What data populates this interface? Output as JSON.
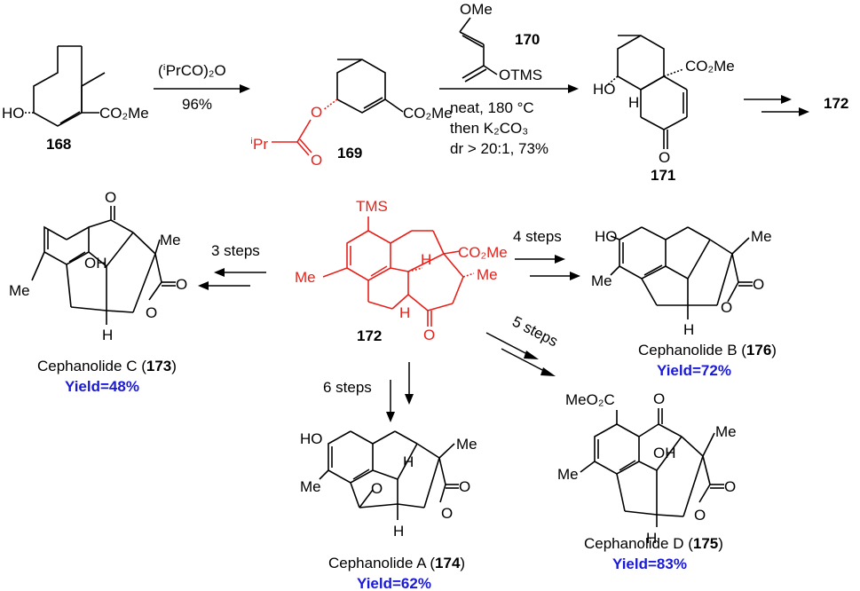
{
  "scheme": {
    "top_row": {
      "cmpd_168": "168",
      "cmpd_168_ho": "HO",
      "cmpd_168_ester": "CO₂Me",
      "step1_reagent": "(ⁱPrCO)₂O",
      "step1_yield": "96%",
      "cmpd_169": "169",
      "cmpd_169_ipr": "ⁱPr",
      "cmpd_169_ester": "CO₂Me",
      "diene_ome": "OMe",
      "diene_otms": "OTMS",
      "cmpd_170": "170",
      "step2_line1": "neat, 180 °C",
      "step2_line2": "then K₂CO₃",
      "step2_line3": "dr > 20:1, 73%",
      "cmpd_171": "171",
      "cmpd_171_ho": "HO",
      "cmpd_171_h": "H",
      "cmpd_171_ester": "CO₂Me",
      "cmpd_172_top": "172"
    },
    "center": {
      "cmpd_172": "172",
      "tms": "TMS",
      "me_left": "Me",
      "ester": "CO₂Me",
      "me_right": "Me",
      "h_top": "H",
      "h_bottom": "H"
    },
    "routes": {
      "to_173": "3 steps",
      "to_176": "4 steps",
      "to_175": "5 steps",
      "to_174": "6 steps"
    },
    "products": {
      "c_name": "Cephanolide C (",
      "c_num": "173",
      "c_close": ")",
      "c_yield": "Yield=48%",
      "b_name": "Cephanolide B (",
      "b_num": "176",
      "b_close": ")",
      "b_yield": "Yield=72%",
      "a_name": "Cephanolide A (",
      "a_num": "174",
      "a_close": ")",
      "a_yield": "Yield=62%",
      "d_name": "Cephanolide D (",
      "d_num": "175",
      "d_close": ")",
      "d_yield": "Yield=83%"
    },
    "atom_labels": {
      "me": "Me",
      "oh": "OH",
      "ho": "HO",
      "h": "H",
      "o": "O",
      "meo2c": "MeO₂C"
    }
  }
}
